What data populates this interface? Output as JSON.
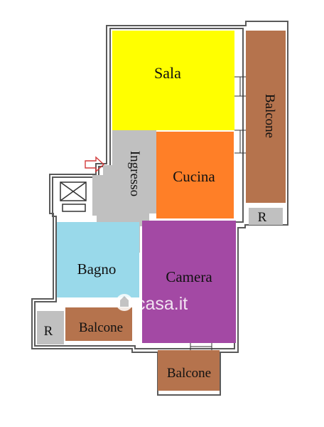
{
  "rooms": {
    "sala": "Sala",
    "balcone_right": "Balcone",
    "ingresso": "Ingresso",
    "cucina": "Cucina",
    "r_right": "R",
    "bagno": "Bagno",
    "camera": "Camera",
    "r_left": "R",
    "balcone_left": "Balcone",
    "balcone_bottom": "Balcone"
  },
  "watermark": {
    "text": "casa.it"
  },
  "icons": {
    "entrance": "entrance-arrow-icon",
    "elevator": "elevator-icon",
    "logo": "casa-it-logo-icon"
  },
  "colors": {
    "sala": "#ffff00",
    "balcone": "#b5734d",
    "ingresso": "#c0c0c0",
    "cucina": "#ff7f27",
    "bagno": "#99d9ea",
    "camera": "#a349a4",
    "r_box": "#c0c0c0",
    "wall": "#5a5a5a",
    "arrow": "#d23c3c"
  }
}
